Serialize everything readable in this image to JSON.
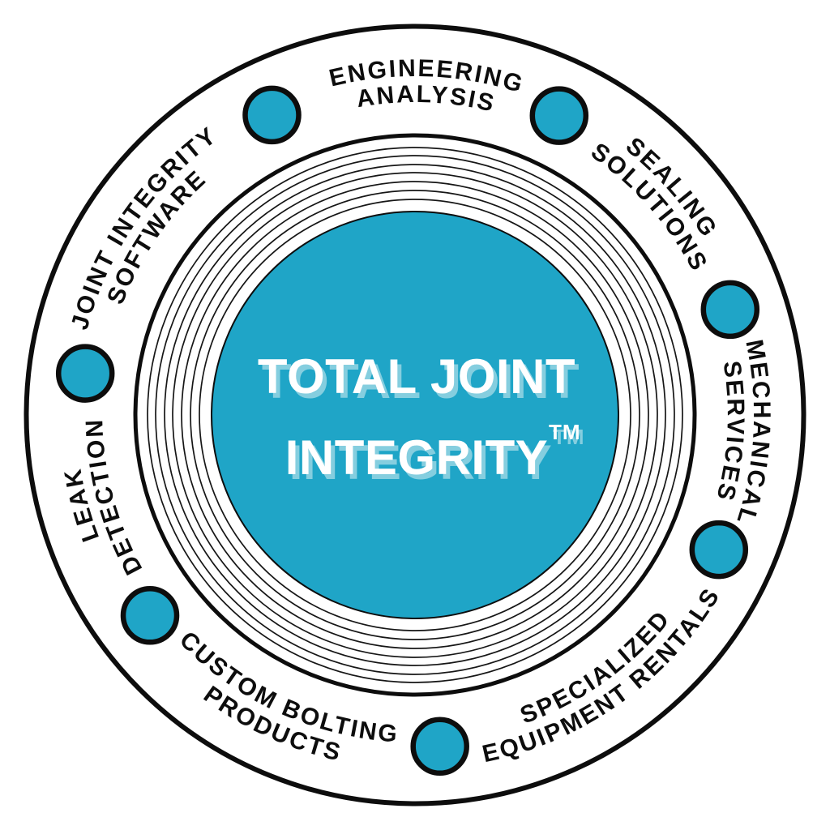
{
  "title": "Total Joint Integrity services wheel",
  "center": {
    "line1": "TOTAL JOINT",
    "line2": "INTEGRITY",
    "trademark": "TM"
  },
  "ring": {
    "labels": [
      {
        "id": "engineering-analysis",
        "line1": "ENGINEERING",
        "line2": "ANALYSIS"
      },
      {
        "id": "sealing-solutions",
        "line1": "SEALING",
        "line2": "SOLUTIONS"
      },
      {
        "id": "mechanical-services",
        "line1": "MECHANICAL",
        "line2": "SERVICES"
      },
      {
        "id": "specialized-equipment-rentals",
        "line1": "SPECIALIZED",
        "line2": "EQUIPMENT RENTALS"
      },
      {
        "id": "custom-bolting-products",
        "line1": "CUSTOM BOLTING",
        "line2": "PRODUCTS"
      },
      {
        "id": "leak-detection",
        "line1": "LEAK",
        "line2": "DETECTION"
      },
      {
        "id": "joint-integrity-software",
        "line1": "JOINT INTEGRITY",
        "line2": "SOFTWARE"
      }
    ],
    "dot_count": 7
  },
  "colors": {
    "teal": "#1fa5c7",
    "ink": "#0d0d0d",
    "text_shadow": "#85cedf",
    "background": "#ffffff"
  }
}
